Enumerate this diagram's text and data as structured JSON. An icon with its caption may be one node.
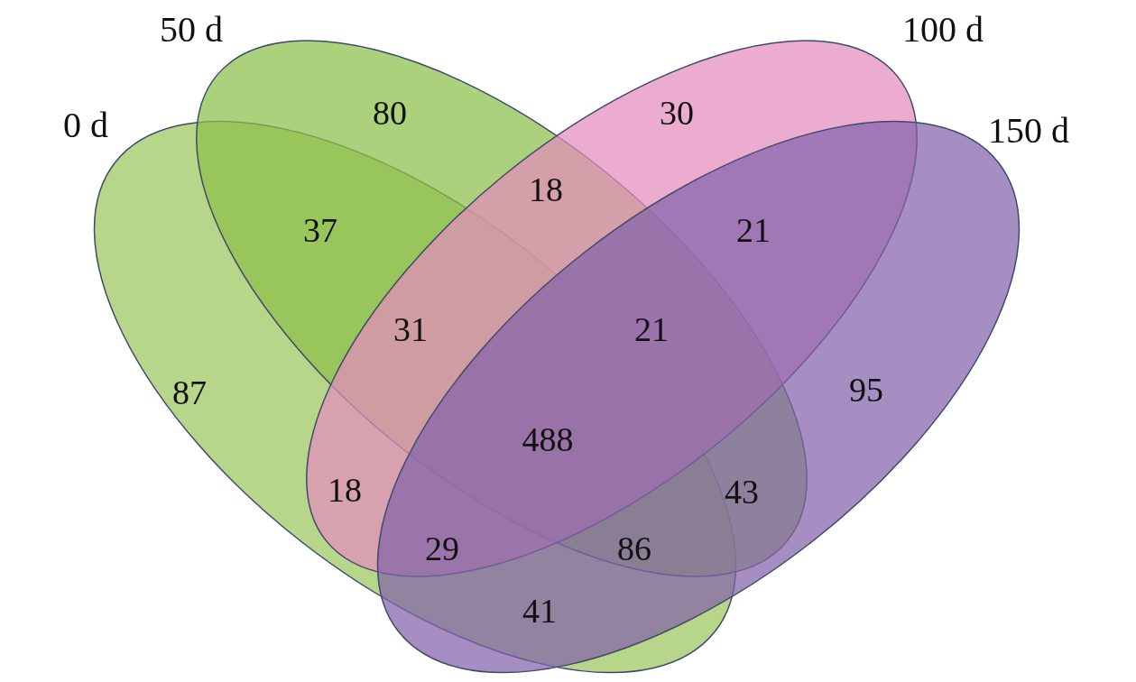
{
  "diagram": {
    "nodes": [
      {
        "text": [
          "0 d"
        ]
      },
      {
        "text": [
          "50 d"
        ]
      },
      {
        "text": [
          "100 d"
        ]
      },
      {
        "text": [
          "150 d"
        ]
      }
    ],
    "labels": [
      "80",
      "30",
      "18",
      "37",
      "21",
      "31",
      "21",
      "87",
      "95",
      "488",
      "18",
      "43",
      "29",
      "86",
      "41"
    ]
  }
}
